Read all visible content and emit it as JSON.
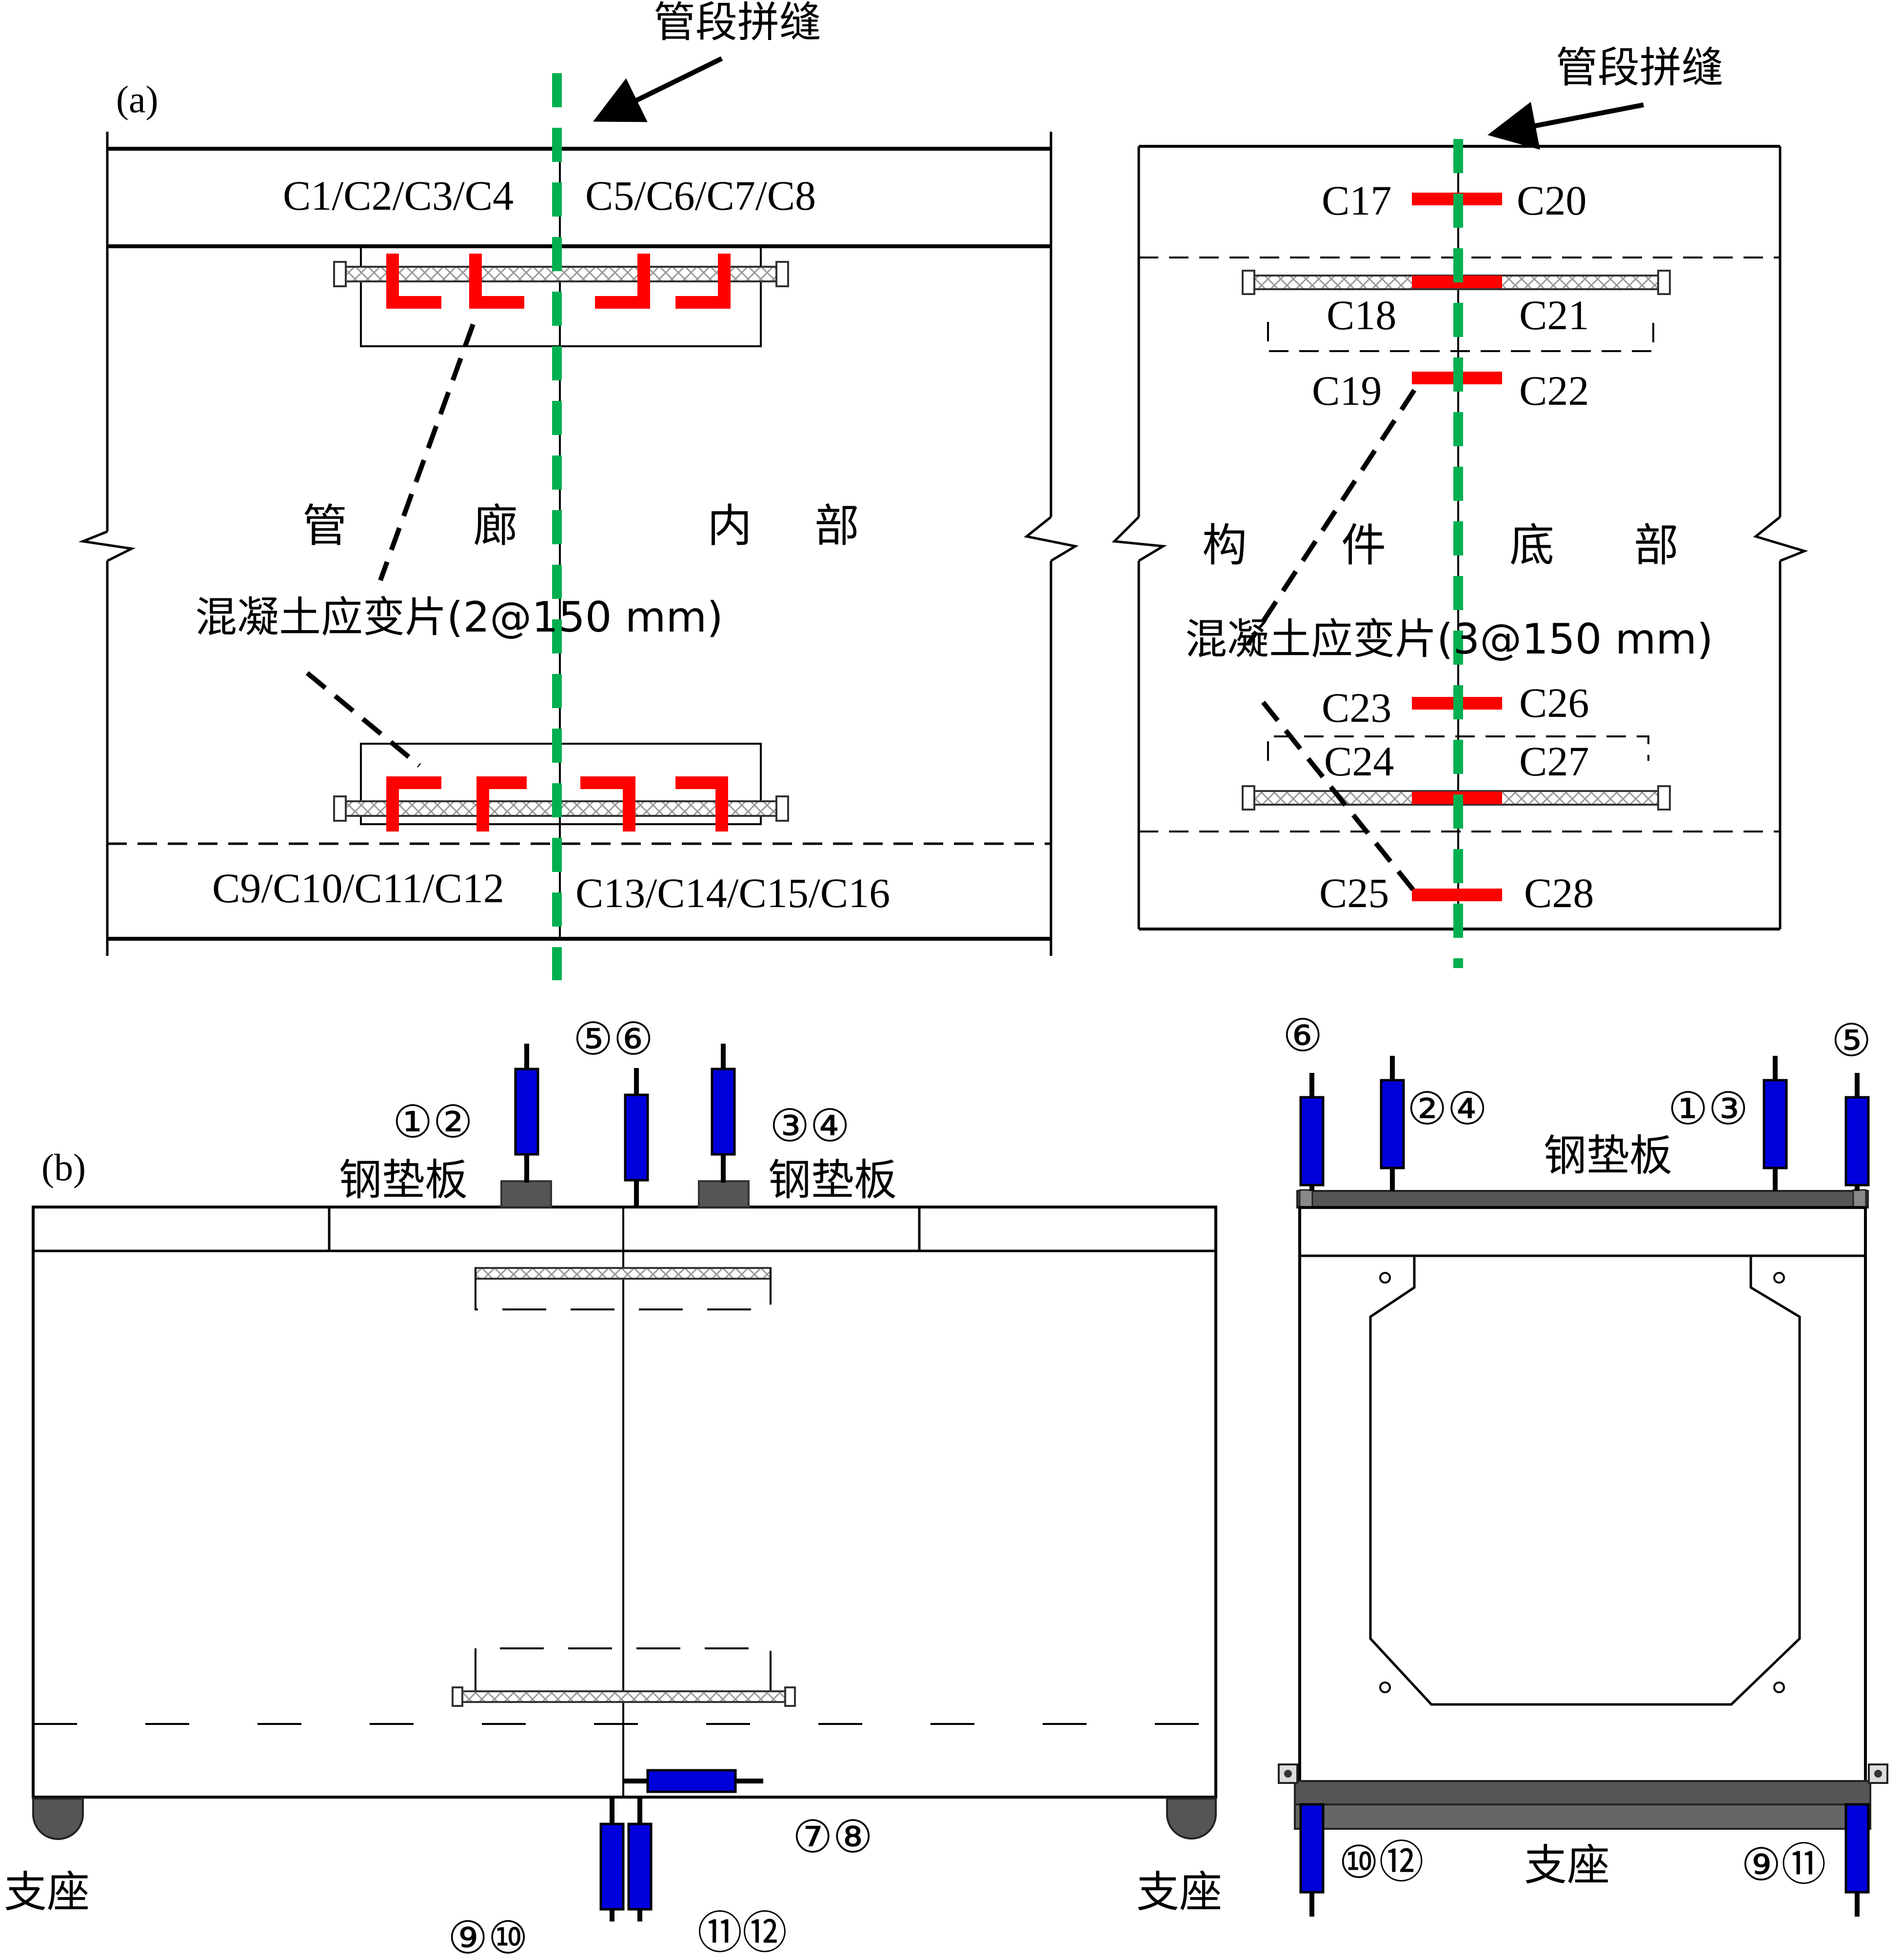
{
  "panel_a": {
    "tag": "(a)",
    "left": {
      "joint_label": "管段拼缝",
      "top_left_label": "C1/C2/C3/C4",
      "top_right_label": "C5/C6/C7/C8",
      "bottom_left_label": "C9/C10/C11/C12",
      "bottom_right_label": "C13/C14/C15/C16",
      "region_chars": [
        "管",
        "廊",
        "内",
        "部"
      ],
      "gauge_note": "混凝土应变片(2@150 mm)"
    },
    "right": {
      "joint_label": "管段拼缝",
      "gauges": [
        "C17",
        "C18",
        "C19",
        "C20",
        "C21",
        "C22",
        "C23",
        "C24",
        "C25",
        "C26",
        "C27",
        "C28"
      ],
      "region_chars": [
        "构",
        "件",
        "底",
        "部"
      ],
      "gauge_note": "混凝土应变片(3@150 mm)"
    }
  },
  "panel_b": {
    "tag": "(b)",
    "left": {
      "lvdt_12": "①②",
      "lvdt_56": "⑤⑥",
      "lvdt_34": "③④",
      "plate_left": "钢垫板",
      "plate_right": "钢垫板",
      "lvdt_78": "⑦⑧",
      "lvdt_910": "⑨⑩",
      "lvdt_1112": "⑪⑫",
      "support_left": "支座",
      "support_right": "支座"
    },
    "right": {
      "lvdt_6": "⑥",
      "lvdt_24": "②④",
      "lvdt_13": "①③",
      "lvdt_5": "⑤",
      "plate": "钢垫板",
      "lvdt_1012": "⑩⑫",
      "support": "支座",
      "lvdt_911": "⑨⑪"
    }
  },
  "colors": {
    "gauge": "#ff0000",
    "joint": "#00b050",
    "lvdt": "#0000dd",
    "plate": "#555555"
  }
}
